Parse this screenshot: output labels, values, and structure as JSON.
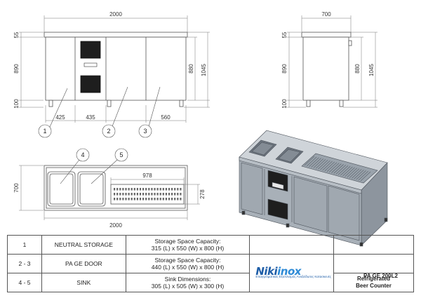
{
  "dimensions": {
    "front_total_width": "2000",
    "front_top_height": "55",
    "front_body_height": "890",
    "front_leg_height": "100",
    "front_inner_height": "880",
    "front_total_height": "1045",
    "front_width_425": "425",
    "front_width_435": "435",
    "front_width_560": "560",
    "side_depth": "700",
    "side_top_height": "55",
    "side_body_height": "890",
    "side_leg_height": "100",
    "side_inner_height": "880",
    "side_total_height": "1045",
    "top_drain_width": "978",
    "top_depth": "700",
    "top_drain_depth": "278",
    "top_total_width": "2000"
  },
  "callouts": [
    "1",
    "2",
    "3",
    "4",
    "5"
  ],
  "table": {
    "rows": [
      {
        "num": "1",
        "desc": "NEUTRAL STORAGE",
        "cap_line1": "Storage Space Capacity:",
        "cap_line2": "315 (L) x 550 (W) x 800 (H)"
      },
      {
        "num": "2 - 3",
        "desc": "PA GE DOOR",
        "cap_line1": "Storage Space Capacity:",
        "cap_line2": "440 (L) x 550 (W) x 800 (H)"
      },
      {
        "num": "4 - 5",
        "desc": "SINK",
        "cap_line1": "Sink Dimensions:",
        "cap_line2": "305 (L) x 505 (W) x 300 (H)"
      }
    ],
    "logo_text_a": "Niki",
    "logo_text_b": "inox",
    "logo_sub": "Επαγγελματικός Εξοπλισμός Ανοξείδωτες Κατασκευές",
    "title_line1": "Refrigerated",
    "title_line2": "Beer Counter",
    "product_code": "PA GE 200L2"
  },
  "colors": {
    "line": "#555555",
    "steel_dark": "#6e7680",
    "steel_mid": "#9aa3ac",
    "steel_light": "#c6ccd2",
    "logo_blue": "#1f5ea8"
  }
}
